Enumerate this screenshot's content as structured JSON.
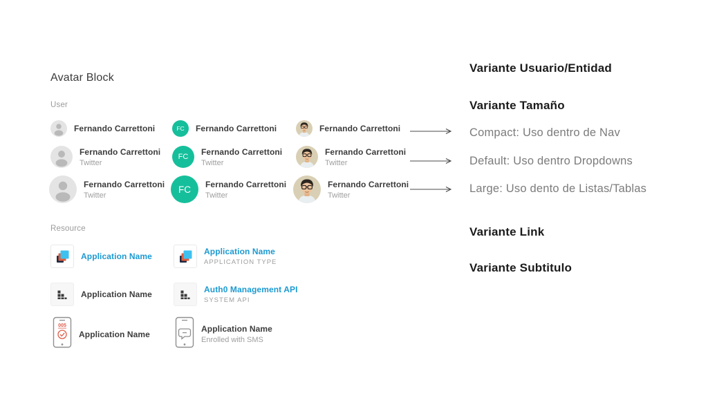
{
  "page": {
    "title": "Avatar Block"
  },
  "user_section": {
    "label": "User",
    "name": "Fernando Carrettoni",
    "subtitle": "Twitter",
    "initials": "FC",
    "variants": [
      "placeholder",
      "initials",
      "photo"
    ],
    "sizes": [
      "compact",
      "default",
      "large"
    ]
  },
  "resource_section": {
    "label": "Resource",
    "items": [
      {
        "name": "Application Name",
        "style": "link",
        "subtitle": "",
        "icon": "applications-icon"
      },
      {
        "name": "Application Name",
        "style": "link",
        "subtitle": "APPLICATION TYPE",
        "icon": "applications-icon"
      },
      {
        "name": "Application Name",
        "style": "dark",
        "subtitle": "",
        "icon": "api-blocks-icon"
      },
      {
        "name": "Auth0 Management API",
        "style": "link",
        "subtitle": "SYSTEM API",
        "icon": "api-blocks-icon"
      },
      {
        "name": "Application Name",
        "style": "dark",
        "subtitle": "",
        "icon": "phone-code-icon"
      },
      {
        "name": "Application Name",
        "style": "dark",
        "subtitle": "Enrolled with SMS",
        "icon": "phone-sms-icon"
      }
    ]
  },
  "annotations": {
    "heading_entity": "Variante Usuario/Entidad",
    "heading_size": "Variante Tamaño",
    "size_compact": "Compact: Uso dentro de Nav",
    "size_default": "Default: Uso dentro Dropdowns",
    "size_large": "Large: Uso dento de Listas/Tablas",
    "heading_link": "Variante Link",
    "heading_subtitle": "Variante Subtitulo"
  },
  "colors": {
    "avatar_green": "#16bf9b",
    "link_blue": "#1c9ad1",
    "placeholder_gray": "#e4e4e4",
    "silhouette_gray": "#b9b9b9",
    "text_dark": "#3c3c3c",
    "text_muted": "#9b9b9b",
    "heading_black": "#1b1b1b",
    "guardian_red": "#e05b49",
    "app_navy": "#1f2a44",
    "app_orange": "#dd5f3d",
    "app_blue": "#3fc1ef"
  }
}
